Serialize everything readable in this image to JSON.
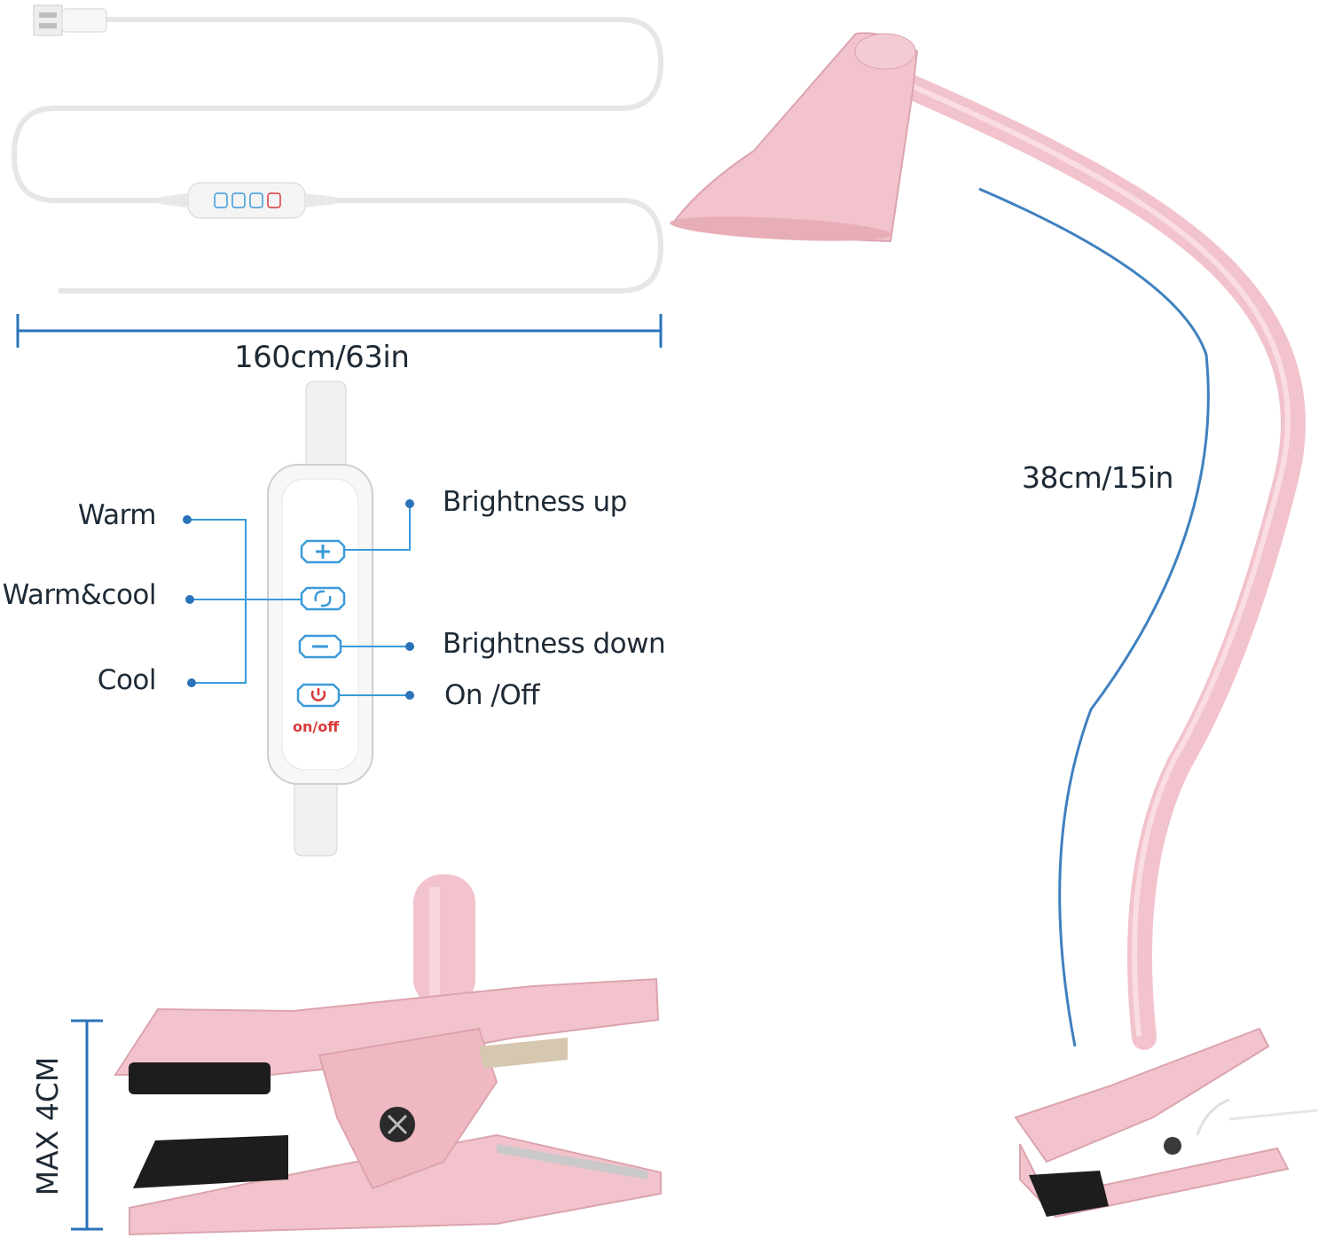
{
  "dimensions": {
    "cable_length": "160cm/63in",
    "gooseneck_length": "38cm/15in",
    "clamp_max": "MAX 4CM"
  },
  "controller": {
    "labels_left": {
      "warm": "Warm",
      "warm_cool": "Warm&cool",
      "cool": "Cool"
    },
    "labels_right": {
      "brightness_up": "Brightness up",
      "brightness_down": "Brightness down",
      "on_off": "On /Off"
    },
    "power_caption": "on/off"
  },
  "colors": {
    "lamp_pink": "#f2c3cc",
    "lamp_pink_shadow": "#dba4ae",
    "dimension_blue": "#2a73b8",
    "accent_blue": "#3a9ad9",
    "power_red": "#d93a3a",
    "text": "#1e2a36"
  },
  "icons": [
    "plus-icon",
    "swap-icon",
    "minus-icon",
    "power-icon",
    "usb-plug-icon"
  ]
}
